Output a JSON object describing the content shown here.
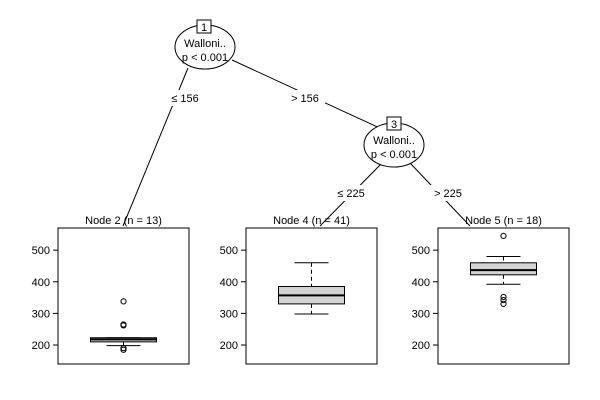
{
  "tree": {
    "inner_nodes": [
      {
        "id": "1",
        "variable": "Walloni..",
        "pvalue": "p < 0.001"
      },
      {
        "id": "3",
        "variable": "Walloni..",
        "pvalue": "p < 0.001"
      }
    ],
    "edges": [
      {
        "from": "1",
        "to": "2",
        "label": "≤ 156"
      },
      {
        "from": "1",
        "to": "3",
        "label": "> 156"
      },
      {
        "from": "3",
        "to": "4",
        "label": "≤ 225"
      },
      {
        "from": "3",
        "to": "5",
        "label": "> 225"
      }
    ]
  },
  "chart_data": {
    "type": "box",
    "ylim": [
      140,
      570
    ],
    "yticks": [
      "200",
      "300",
      "400",
      "500"
    ],
    "terminal_nodes": [
      {
        "id": "2",
        "title": "Node 2 (n = 13)",
        "q1": 210,
        "median": 218,
        "q3": 223,
        "whisker_low": 198,
        "whisker_high": 223,
        "outliers": [
          185,
          190,
          262,
          265,
          338
        ]
      },
      {
        "id": "4",
        "title": "Node 4 (n = 41)",
        "q1": 330,
        "median": 357,
        "q3": 385,
        "whisker_low": 298,
        "whisker_high": 460,
        "outliers": []
      },
      {
        "id": "5",
        "title": "Node 5 (n = 18)",
        "q1": 422,
        "median": 437,
        "q3": 460,
        "whisker_low": 392,
        "whisker_high": 480,
        "outliers": [
          330,
          342,
          352,
          545
        ]
      }
    ]
  }
}
